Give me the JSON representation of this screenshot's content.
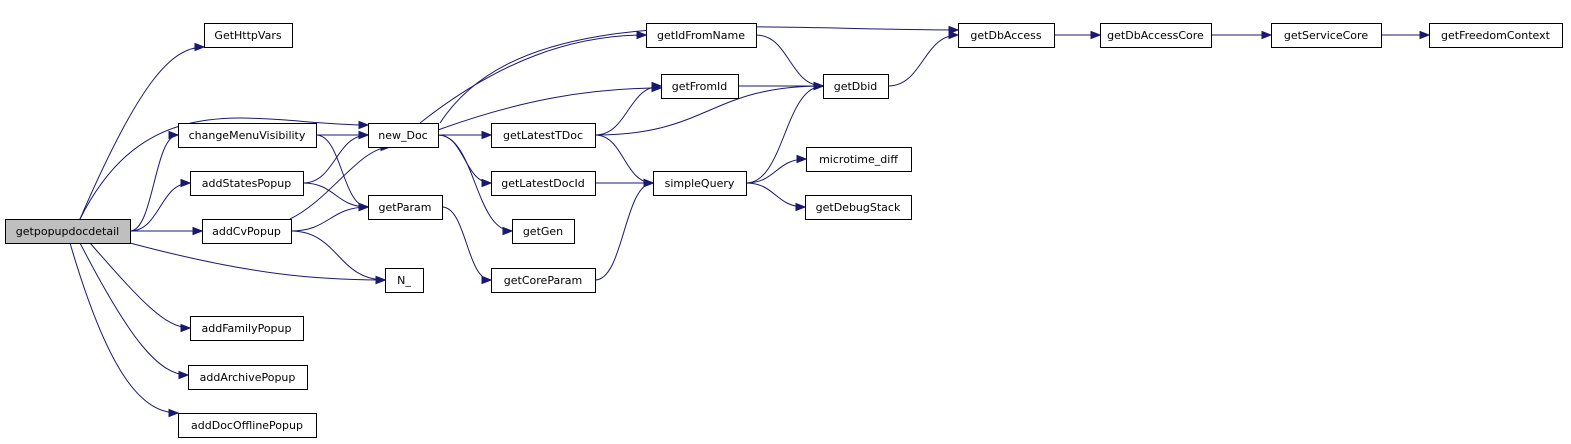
{
  "colors": {
    "edge": "#191970",
    "node_border": "#000000",
    "root_fill": "#bfbfbf",
    "node_fill": "#ffffff"
  },
  "nodes": [
    {
      "id": "getpopupdocdetail",
      "label": "getpopupdocdetail",
      "root": true
    },
    {
      "id": "GetHttpVars",
      "label": "GetHttpVars"
    },
    {
      "id": "changeMenuVisibility",
      "label": "changeMenuVisibility"
    },
    {
      "id": "addStatesPopup",
      "label": "addStatesPopup"
    },
    {
      "id": "addCvPopup",
      "label": "addCvPopup"
    },
    {
      "id": "addFamilyPopup",
      "label": "addFamilyPopup"
    },
    {
      "id": "addArchivePopup",
      "label": "addArchivePopup"
    },
    {
      "id": "addDocOfflinePopup",
      "label": "addDocOfflinePopup"
    },
    {
      "id": "new_Doc",
      "label": "new_Doc"
    },
    {
      "id": "getParam",
      "label": "getParam"
    },
    {
      "id": "N_",
      "label": "N_"
    },
    {
      "id": "getIdFromName",
      "label": "getIdFromName"
    },
    {
      "id": "getFromId",
      "label": "getFromId"
    },
    {
      "id": "getLatestTDoc",
      "label": "getLatestTDoc"
    },
    {
      "id": "getLatestDocId",
      "label": "getLatestDocId"
    },
    {
      "id": "getGen",
      "label": "getGen"
    },
    {
      "id": "getCoreParam",
      "label": "getCoreParam"
    },
    {
      "id": "simpleQuery",
      "label": "simpleQuery"
    },
    {
      "id": "getDbid",
      "label": "getDbid"
    },
    {
      "id": "microtime_diff",
      "label": "microtime_diff"
    },
    {
      "id": "getDebugStack",
      "label": "getDebugStack"
    },
    {
      "id": "getDbAccess",
      "label": "getDbAccess"
    },
    {
      "id": "getDbAccessCore",
      "label": "getDbAccessCore"
    },
    {
      "id": "getServiceCore",
      "label": "getServiceCore"
    },
    {
      "id": "getFreedomContext",
      "label": "getFreedomContext"
    }
  ],
  "edges": [
    [
      "getpopupdocdetail",
      "GetHttpVars"
    ],
    [
      "getpopupdocdetail",
      "new_Doc"
    ],
    [
      "getpopupdocdetail",
      "changeMenuVisibility"
    ],
    [
      "getpopupdocdetail",
      "addStatesPopup"
    ],
    [
      "getpopupdocdetail",
      "addCvPopup"
    ],
    [
      "getpopupdocdetail",
      "N_"
    ],
    [
      "getpopupdocdetail",
      "addFamilyPopup"
    ],
    [
      "getpopupdocdetail",
      "addArchivePopup"
    ],
    [
      "getpopupdocdetail",
      "addDocOfflinePopup"
    ],
    [
      "changeMenuVisibility",
      "new_Doc"
    ],
    [
      "changeMenuVisibility",
      "getParam"
    ],
    [
      "addStatesPopup",
      "new_Doc"
    ],
    [
      "addStatesPopup",
      "getParam"
    ],
    [
      "addCvPopup",
      "new_Doc"
    ],
    [
      "addCvPopup",
      "getParam"
    ],
    [
      "addCvPopup",
      "N_"
    ],
    [
      "new_Doc",
      "getDbAccess"
    ],
    [
      "new_Doc",
      "getIdFromName"
    ],
    [
      "new_Doc",
      "getFromId"
    ],
    [
      "new_Doc",
      "getLatestTDoc"
    ],
    [
      "new_Doc",
      "getLatestDocId"
    ],
    [
      "new_Doc",
      "getGen"
    ],
    [
      "getParam",
      "getCoreParam"
    ],
    [
      "getIdFromName",
      "getDbid"
    ],
    [
      "getFromId",
      "getDbid"
    ],
    [
      "getLatestTDoc",
      "getFromId"
    ],
    [
      "getLatestTDoc",
      "getDbid"
    ],
    [
      "getLatestTDoc",
      "simpleQuery"
    ],
    [
      "getLatestDocId",
      "simpleQuery"
    ],
    [
      "getCoreParam",
      "simpleQuery"
    ],
    [
      "simpleQuery",
      "getDbid"
    ],
    [
      "simpleQuery",
      "microtime_diff"
    ],
    [
      "simpleQuery",
      "getDebugStack"
    ],
    [
      "getDbid",
      "getDbAccess"
    ],
    [
      "getDbAccess",
      "getDbAccessCore"
    ],
    [
      "getDbAccessCore",
      "getServiceCore"
    ],
    [
      "getServiceCore",
      "getFreedomContext"
    ]
  ]
}
